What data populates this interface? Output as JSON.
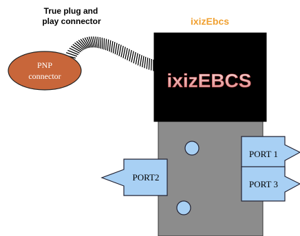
{
  "diagram": {
    "caption_line1": "True plug and",
    "caption_line2": "play connector",
    "device_title": "ixizEbcs",
    "logo_text": "ixizEBCS",
    "pnp_line1": "PNP",
    "pnp_line2": "connector",
    "port1_label": "PORT 1",
    "port2_label": "PORT2",
    "port3_label": "PORT 3"
  },
  "colors": {
    "title_orange": "#f0a030",
    "pnp_fill": "#c8663a",
    "head_fill": "#000000",
    "body_fill": "#8c8c8c",
    "port_fill": "#a8d0f4",
    "led_fill": "#a8d0f4"
  }
}
